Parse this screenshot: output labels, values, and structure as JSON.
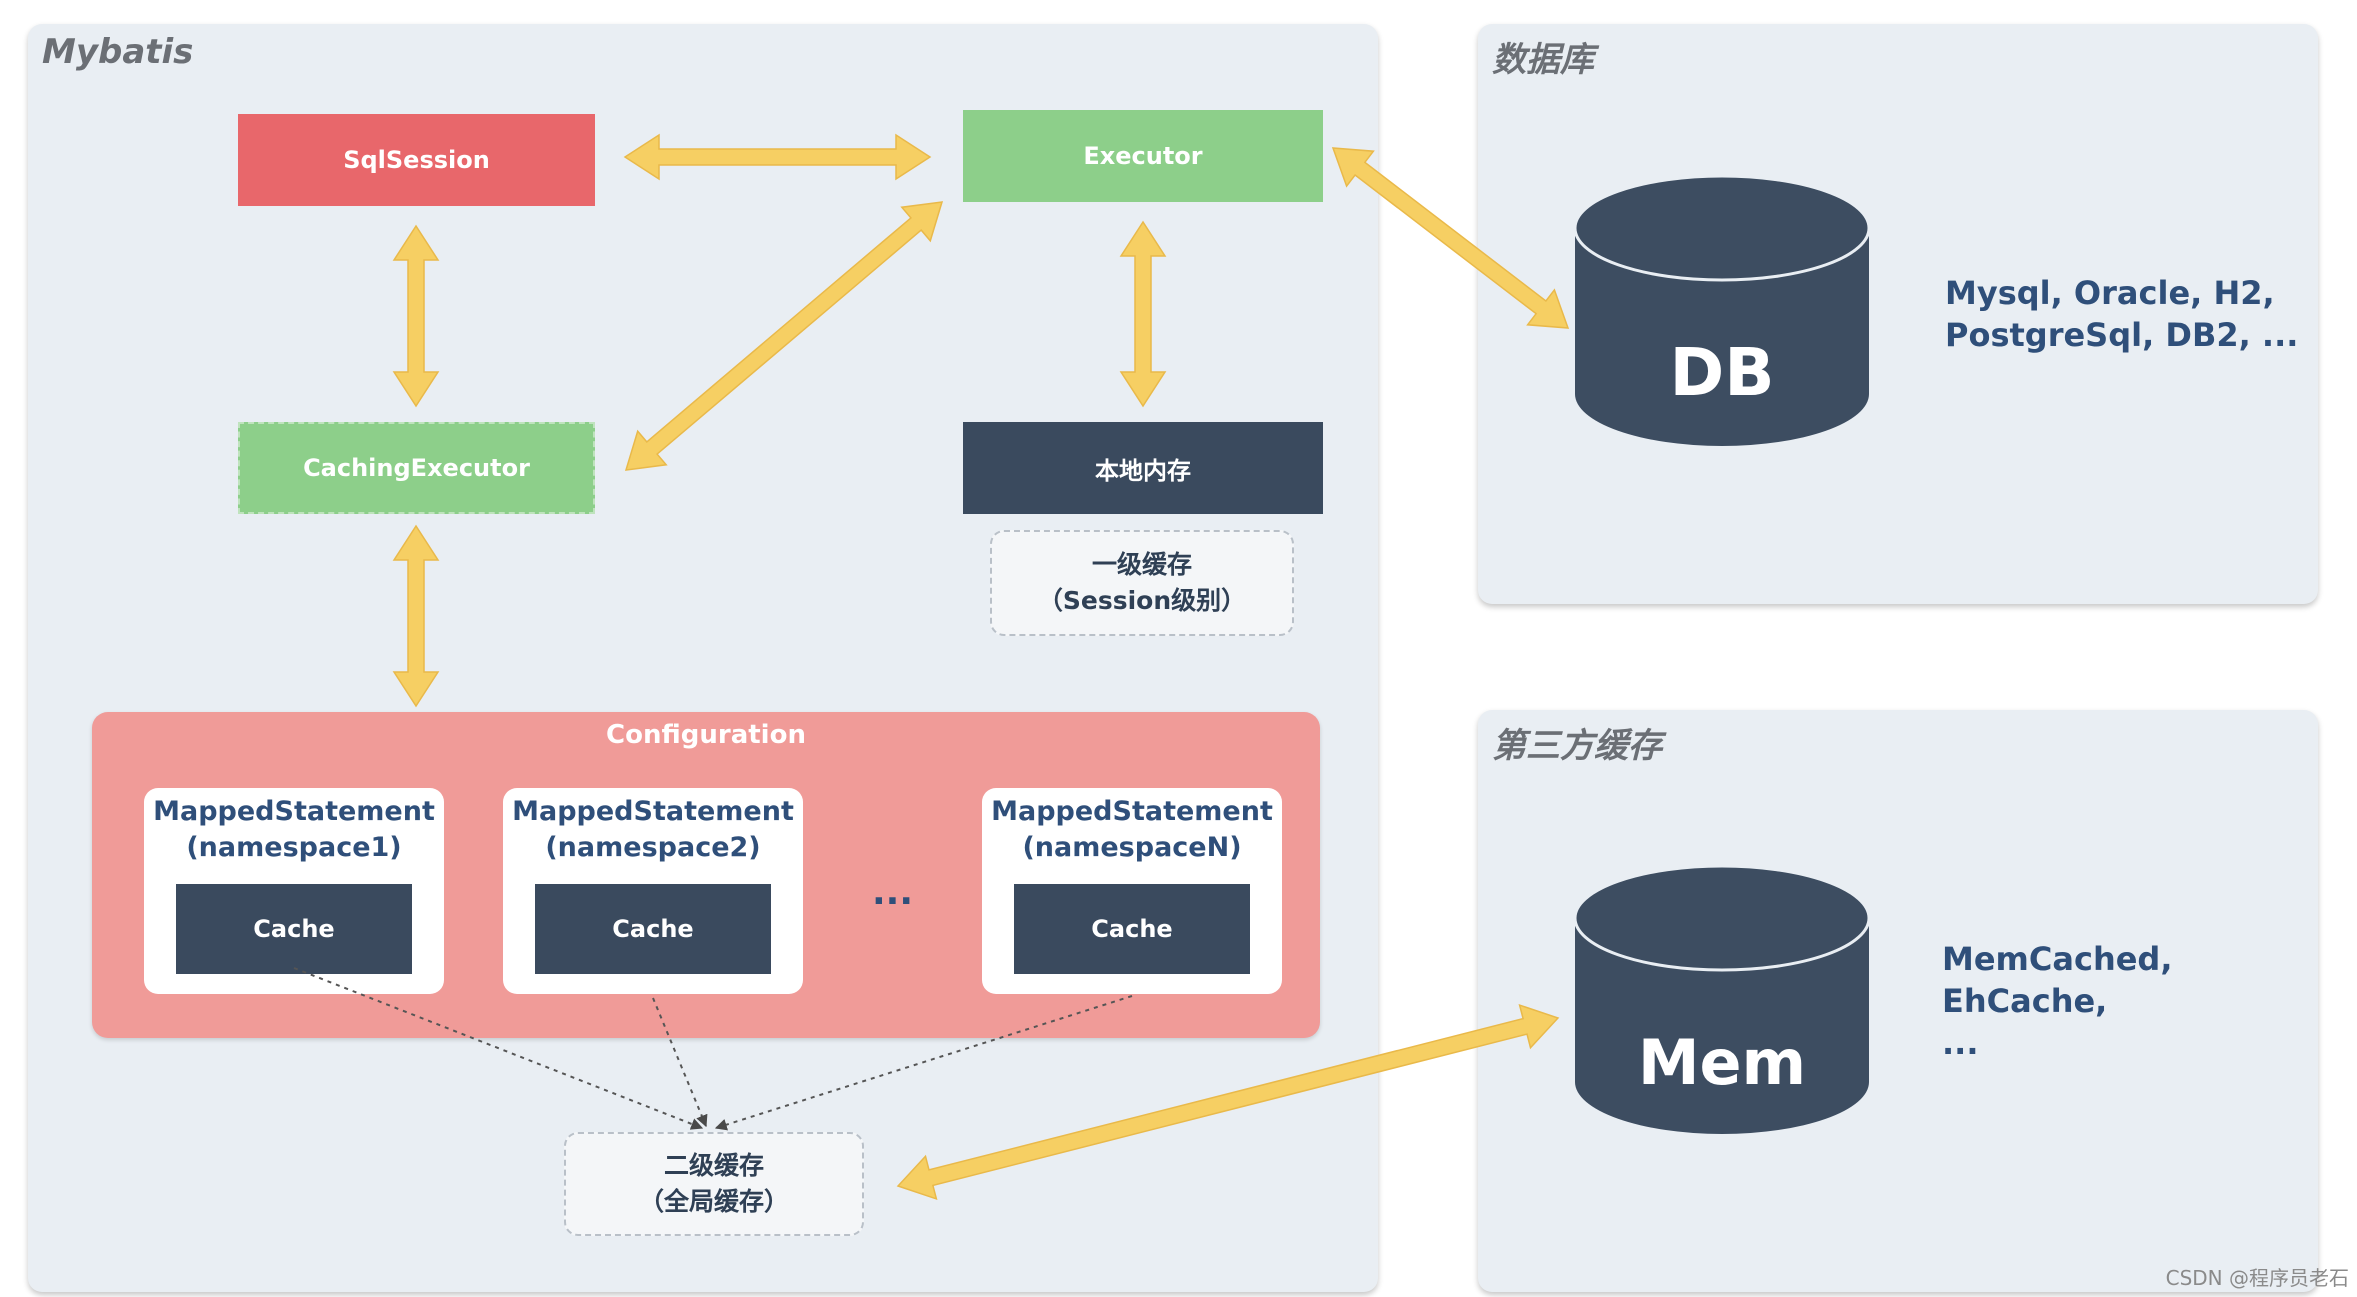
{
  "panels": {
    "mybatis": "Mybatis",
    "database": "数据库",
    "third_party": "第三方缓存"
  },
  "boxes": {
    "sqlsession": "SqlSession",
    "executor": "Executor",
    "caching_executor": "CachingExecutor",
    "local_cache": "本地内存",
    "first_level_line1": "一级缓存",
    "first_level_line2": "（Session级别）",
    "second_level_line1": "二级缓存",
    "second_level_line2": "（全局缓存）"
  },
  "configuration": {
    "title": "Configuration",
    "ellipsis": "...",
    "statements": [
      {
        "name": "MappedStatement",
        "ns": "(namespace1)",
        "cache": "Cache"
      },
      {
        "name": "MappedStatement",
        "ns": "(namespace2)",
        "cache": "Cache"
      },
      {
        "name": "MappedStatement",
        "ns": "(namespaceN)",
        "cache": "Cache"
      }
    ]
  },
  "db": {
    "label": "DB",
    "types_line1": "Mysql, Oracle, H2,",
    "types_line2": "PostgreSql, DB2, ..."
  },
  "mem": {
    "label": "Mem",
    "types_line1": "MemCached,",
    "types_line2": "EhCache,",
    "types_line3": "..."
  },
  "watermark": "CSDN @程序员老石",
  "colors": {
    "sqlsession": "#e8676b",
    "executor": "#8dcf8a",
    "dark": "#3a4a5e",
    "config": "#f09b98",
    "arrow": "#f6cf63"
  }
}
